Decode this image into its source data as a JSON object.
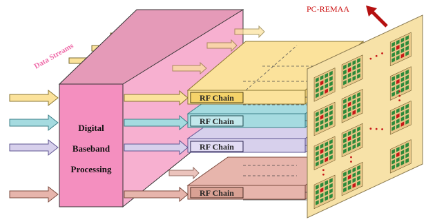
{
  "labels": {
    "data_streams": "Data Streams",
    "bb_line1": "Digital",
    "bb_line2": "Baseband",
    "bb_line3": "Processing",
    "array_title": "PC-REMAA",
    "rf_chain": "RF Chain",
    "dots": "⋮"
  },
  "colors": {
    "baseband_front": "#f48fbf",
    "baseband_side": "#f7b0d0",
    "baseband_top": "#e59ab8",
    "data_streams_text": "#ef6aa8",
    "array_panel": "#f7e2a8",
    "array_frame": "#e8c88a",
    "array_title": "#cc1111",
    "arrow_accent": "#b51010",
    "element_green": "#2c8a3a",
    "element_red": "#c81818",
    "chains": [
      {
        "name": "yellow",
        "fill": "#fbe29b",
        "stroke": "#8a7530"
      },
      {
        "name": "cyan",
        "fill": "#a5dbe0",
        "stroke": "#3b7f87"
      },
      {
        "name": "lilac",
        "fill": "#d7d0ec",
        "stroke": "#5e5490"
      },
      {
        "name": "rose",
        "fill": "#e7b5ac",
        "stroke": "#7b4a3e"
      }
    ]
  }
}
